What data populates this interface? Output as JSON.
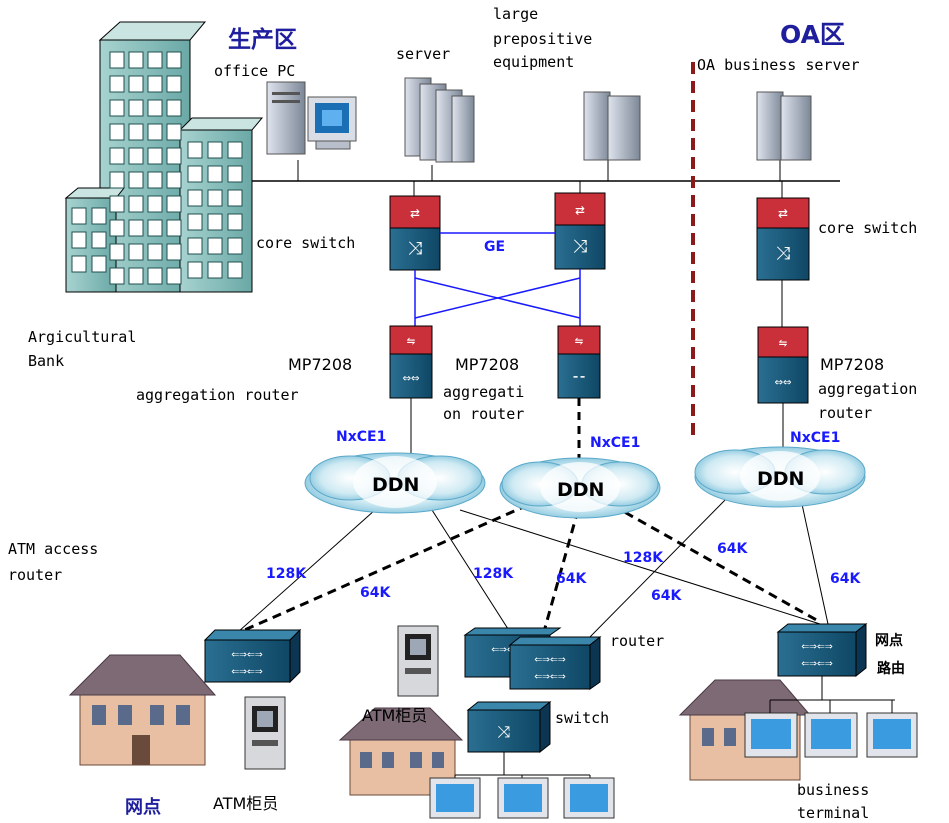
{
  "zones": {
    "production": "生产区",
    "oa": "OA区"
  },
  "labels": {
    "office_pc": "office PC",
    "server": "server",
    "large_equipment_1": "large",
    "large_equipment_2": "prepositive",
    "large_equipment_3": "equipment",
    "oa_server": "OA business server",
    "core_switch_left": "core switch",
    "core_switch_right": "core switch",
    "ge": "GE",
    "bank_1": "Argicultural",
    "bank_2": "Bank",
    "mp_left": "MP7208",
    "mp_mid": "MP7208",
    "mp_right": "MP7208",
    "agg_left": "aggregation router",
    "agg_mid_1": "aggregati",
    "agg_mid_2": "on router",
    "agg_right_1": "aggregation",
    "agg_right_2": "router",
    "nxce1_left": "NxCE1",
    "nxce1_mid": "NxCE1",
    "nxce1_right": "NxCE1",
    "ddn": "DDN",
    "atm_access_1": "ATM access",
    "atm_access_2": "router",
    "router": "router",
    "switch": "switch",
    "branch_router_1": "网点",
    "branch_router_2": "路由",
    "atm_counter": "ATM柜员",
    "branch": "网点",
    "business_terminal_1": "business",
    "business_terminal_2": "terminal",
    "bw_128k": "128K",
    "bw_64k": "64K"
  }
}
